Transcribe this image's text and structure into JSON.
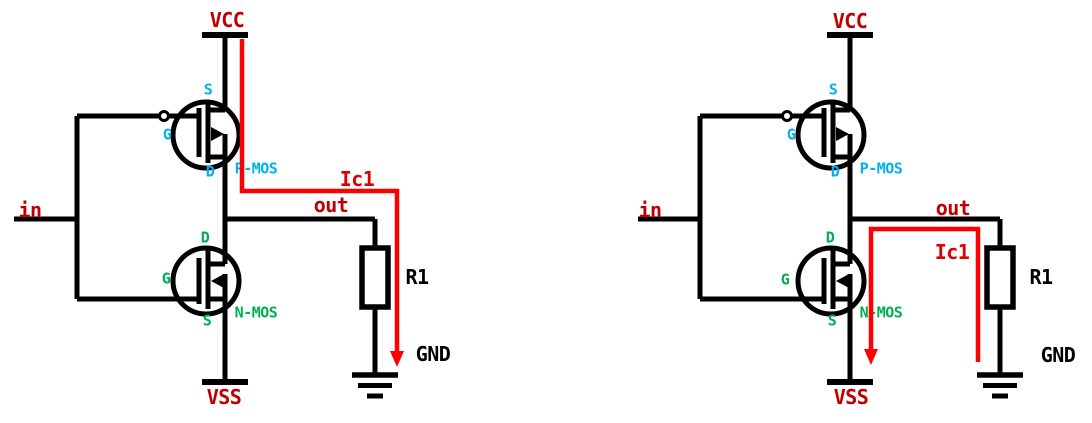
{
  "diagram": "CMOS inverter current paths",
  "colors": {
    "background": "#FFFFFF",
    "wire": "#000000",
    "net_label": "#C00000",
    "pmos_label": "#00B0F0",
    "nmos_label": "#00B050",
    "current_path": "#FF0000",
    "current_label": "#DD0000",
    "component_label": "#000000"
  },
  "labels": {
    "vcc": "VCC",
    "vss": "VSS",
    "input": "in",
    "output": "out",
    "current": "Ic1",
    "resistor": "R1",
    "ground": "GND",
    "pmos": "P-MOS",
    "nmos": "N-MOS",
    "source": "S",
    "gate": "G",
    "drain": "D"
  },
  "icons": {
    "pmos_transistor": "circle-mosfet-with-gate-bubble-arrow-right",
    "nmos_transistor": "circle-mosfet-arrow-left",
    "resistor": "open-rectangle",
    "ground": "three-bar-earth-symbol",
    "supply_rail": "t-bar-rail",
    "current_arrow": "red-polyline-with-arrowhead"
  }
}
